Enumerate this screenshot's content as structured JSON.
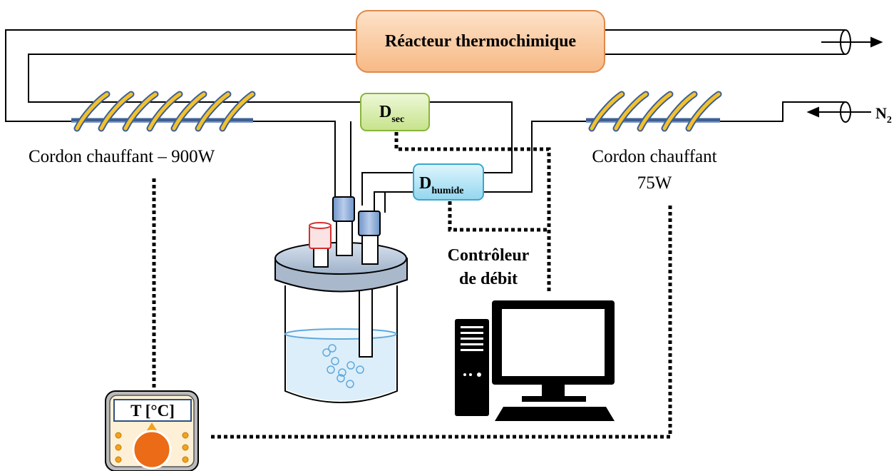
{
  "reactor": {
    "label": "Réacteur thermochimique"
  },
  "sensors": {
    "dry": {
      "main": "D",
      "sub": "sec"
    },
    "wet": {
      "main": "D",
      "sub": "humide"
    }
  },
  "heating_cords": {
    "left": {
      "label": "Cordon chauffant – 900W"
    },
    "right": {
      "line1": "Cordon chauffant",
      "line2": "75W"
    }
  },
  "gas_inlet": {
    "main": "N",
    "sub": "2"
  },
  "flow_controller": {
    "line1": "Contrôleur",
    "line2": "de débit"
  },
  "temperature_controller": {
    "label": "T [°C]"
  },
  "colors": {
    "reactor_fill": "#fbd3b0",
    "reactor_stroke": "#e0894a",
    "dry_sensor_fill": "#dcefb8",
    "dry_sensor_stroke": "#8ab43c",
    "wet_sensor_fill": "#bfe9f7",
    "wet_sensor_stroke": "#3aa7cf",
    "coil_yellow": "#f2c12e",
    "coil_blue": "#3d5f93",
    "knob_orange": "#ec6b16",
    "water_blue": "#dceefa"
  }
}
